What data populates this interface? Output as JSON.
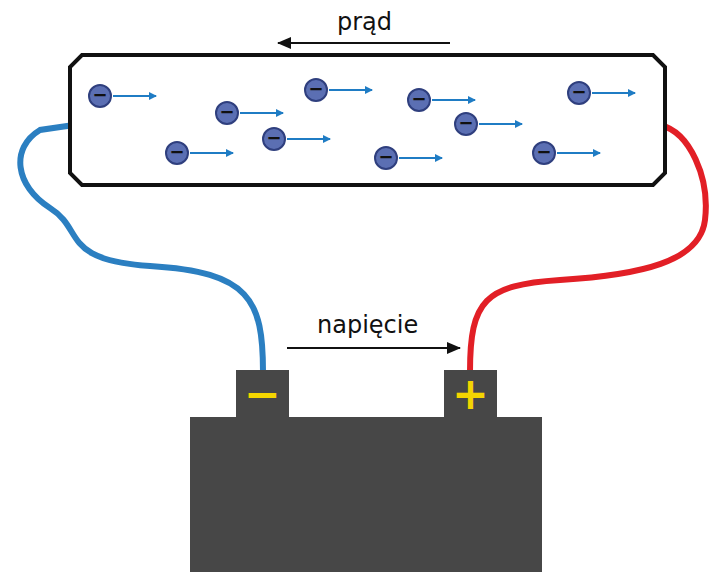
{
  "diagram": {
    "nodes": [
      {
        "text": [
          "−"
        ]
      },
      {
        "text": [
          "−"
        ]
      },
      {
        "text": [
          "−"
        ]
      },
      {
        "text": [
          "−"
        ]
      },
      {
        "text": [
          "−"
        ]
      },
      {
        "text": [
          "−"
        ]
      },
      {
        "text": [
          "−"
        ]
      },
      {
        "text": [
          "−"
        ]
      },
      {
        "text": [
          "−"
        ]
      },
      {
        "text": [
          "−"
        ]
      },
      {
        "text": [
          "−"
        ]
      },
      {
        "text": [
          "+"
        ]
      }
    ],
    "labels": [
      "prąd",
      "napięcie"
    ]
  }
}
